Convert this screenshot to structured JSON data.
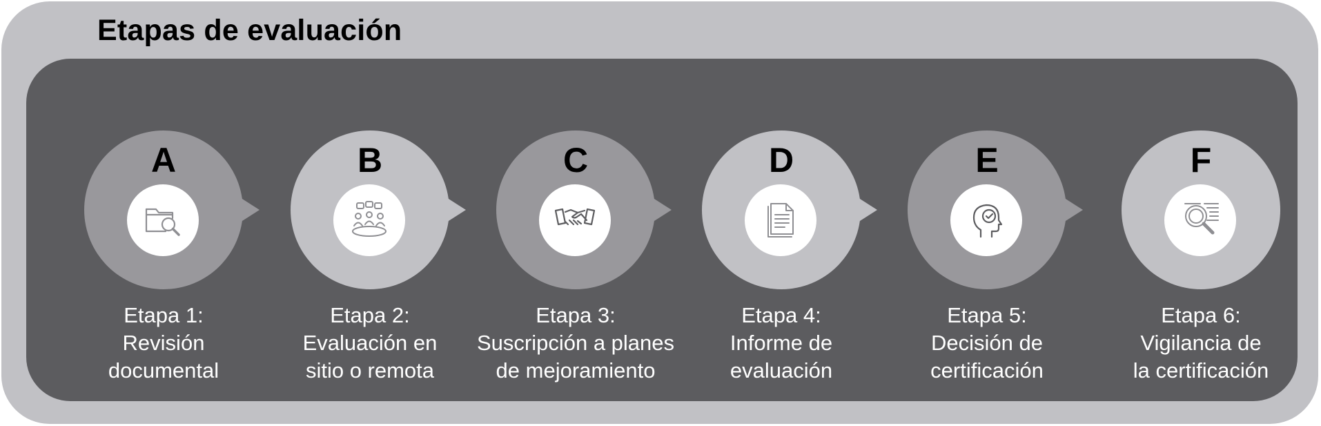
{
  "title": "Etapas de evaluación",
  "colors": {
    "outer_background": "#c1c1c5",
    "inner_background": "#5c5c5f",
    "bubble_dark": "#99989c",
    "bubble_light": "#c1c1c5",
    "label_text": "#ffffff"
  },
  "stages": [
    {
      "letter": "A",
      "icon": "folder-search-icon",
      "line1": "Etapa 1:",
      "line2": "Revisión",
      "line3": "documental"
    },
    {
      "letter": "B",
      "icon": "group-meeting-icon",
      "line1": "Etapa 2:",
      "line2": "Evaluación en",
      "line3": "sitio o remota"
    },
    {
      "letter": "C",
      "icon": "handshake-icon",
      "line1": "Etapa 3:",
      "line2": "Suscripción a planes",
      "line3": "de mejoramiento"
    },
    {
      "letter": "D",
      "icon": "document-report-icon",
      "line1": "Etapa 4:",
      "line2": "Informe de",
      "line3": "evaluación"
    },
    {
      "letter": "E",
      "icon": "head-check-icon",
      "line1": "Etapa 5:",
      "line2": "Decisión de",
      "line3": "certificación"
    },
    {
      "letter": "F",
      "icon": "magnifier-list-icon",
      "line1": "Etapa 6:",
      "line2": "Vigilancia de",
      "line3": "la certificación"
    }
  ]
}
